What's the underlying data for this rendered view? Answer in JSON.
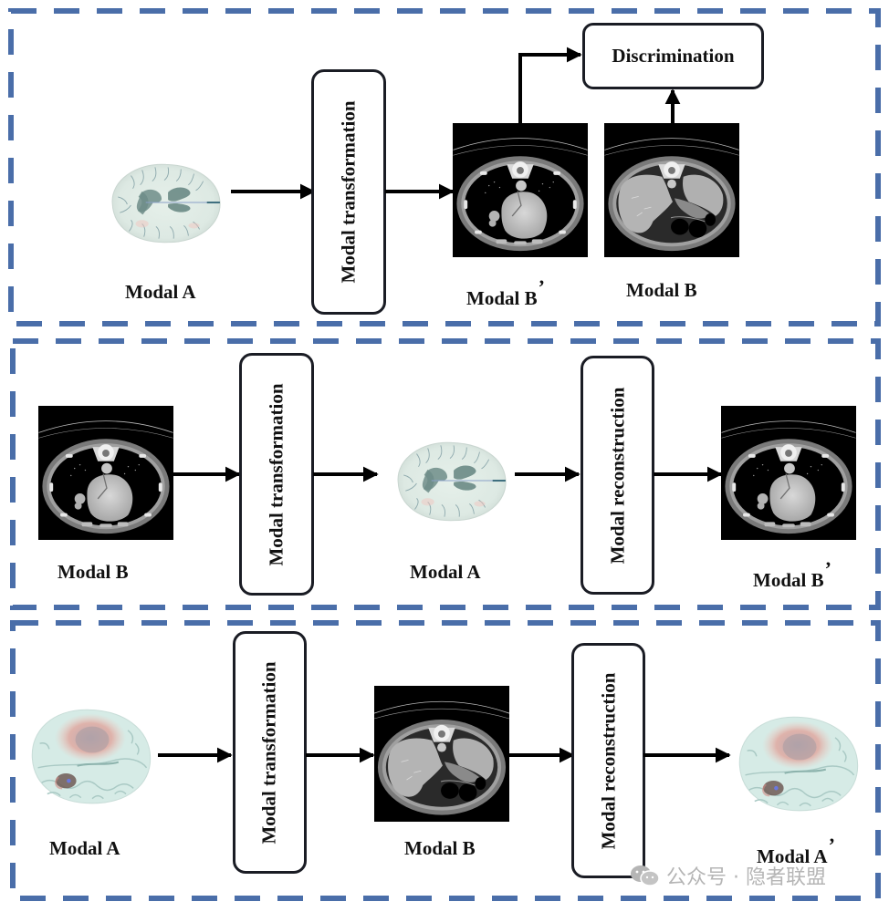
{
  "colors": {
    "border_dash": "#4a6ea9",
    "box_stroke": "#1a1c24",
    "arrow": "#000000",
    "watermark": "#b5b5b5"
  },
  "panels": [
    {
      "id": "panel-1",
      "labels": {
        "input": "Modal A",
        "generated": "Modal B",
        "generated_prime": "’",
        "real": "Modal B"
      },
      "boxes": {
        "transform": "Modal transformation",
        "discrimination": "Discrimination"
      },
      "images": {
        "input": "brain-mri",
        "generated": "chest-ct-heart",
        "real": "abdomen-ct-liver"
      }
    },
    {
      "id": "panel-2",
      "labels": {
        "input": "Modal B",
        "intermediate": "Modal A",
        "output": "Modal B",
        "output_prime": "’"
      },
      "boxes": {
        "transform": "Modal transformation",
        "reconstruct": "Modal reconstruction"
      },
      "images": {
        "input": "chest-ct-heart",
        "intermediate": "brain-mri",
        "output": "chest-ct-heart"
      }
    },
    {
      "id": "panel-3",
      "labels": {
        "input": "Modal A",
        "intermediate": "Modal B",
        "output": "Modal A",
        "output_prime": "’"
      },
      "boxes": {
        "transform": "Modal transformation",
        "reconstruct": "Modal reconstruction"
      },
      "images": {
        "input": "brain-mri-tumor",
        "intermediate": "abdomen-ct-liver",
        "output": "brain-mri-tumor"
      }
    }
  ],
  "watermark": {
    "icon": "wechat-icon",
    "text": "公众号 · 隐者联盟"
  }
}
